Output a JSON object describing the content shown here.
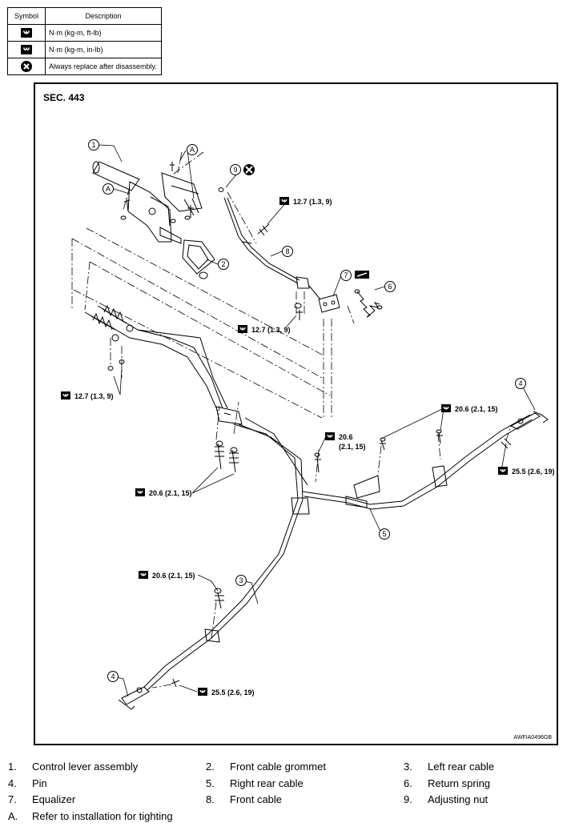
{
  "symbol_table": {
    "header_symbol": "Symbol",
    "header_description": "Description",
    "rows": [
      {
        "icon": "torque-ft-lb-icon",
        "description": "N·m (kg-m, ft-lb)"
      },
      {
        "icon": "torque-in-lb-icon",
        "description": "N·m (kg-m, in-lb)"
      },
      {
        "icon": "always-replace-icon",
        "description": "Always replace after disassembly."
      }
    ]
  },
  "diagram": {
    "section": "SEC. 443",
    "figure_code": "AWFIA0496GB",
    "callouts": {
      "c1": "1",
      "c2": "2",
      "c3": "3",
      "c4a": "4",
      "c4b": "4",
      "c5": "5",
      "c6": "6",
      "c7": "7",
      "c8": "8",
      "c9": "9",
      "cA1": "A",
      "cA2": "A"
    },
    "torques": {
      "t1": "12.7 (1.3, 9)",
      "t2": "12.7 (1.3, 9)",
      "t3": "12.7 (1.3, 9)",
      "t4": "20.6 (2.1, 15)",
      "t5_line1": "20.6",
      "t5_line2": "(2.1, 15)",
      "t6": "20.6 (2.1, 15)",
      "t7": "25.5 (2.6, 19)",
      "t8": "20.6 (2.1, 15)",
      "t9": "25.5 (2.6, 19)"
    }
  },
  "legend": {
    "items": [
      {
        "num": "1.",
        "label": "Control lever assembly"
      },
      {
        "num": "2.",
        "label": "Front cable grommet"
      },
      {
        "num": "3.",
        "label": "Left rear cable"
      },
      {
        "num": "4.",
        "label": "Pin"
      },
      {
        "num": "5.",
        "label": "Right rear cable"
      },
      {
        "num": "6.",
        "label": "Return spring"
      },
      {
        "num": "7.",
        "label": "Equalizer"
      },
      {
        "num": "8.",
        "label": "Front cable"
      },
      {
        "num": "9.",
        "label": "Adjusting nut"
      },
      {
        "num": "A.",
        "label": "Refer to installation for tighting"
      }
    ]
  }
}
